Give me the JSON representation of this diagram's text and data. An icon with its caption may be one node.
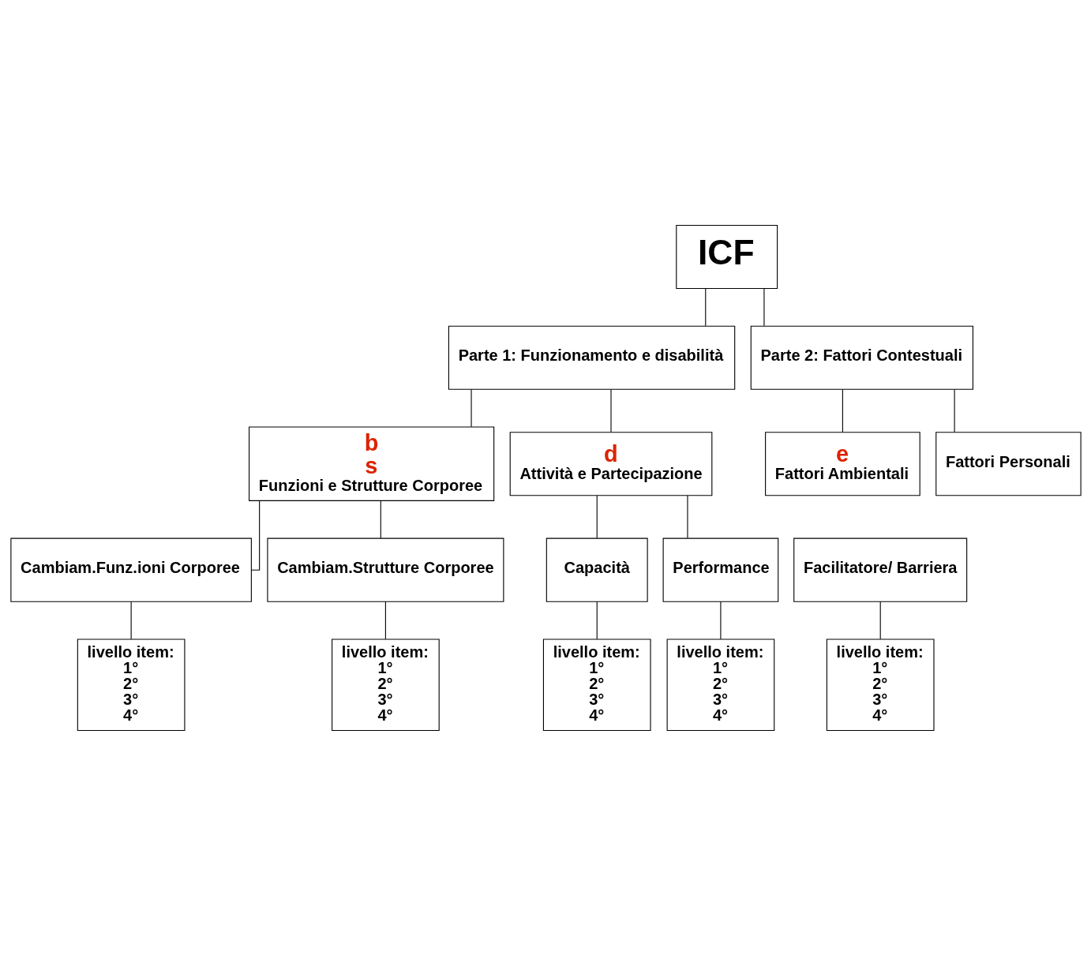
{
  "diagram": {
    "nodes": [
      {
        "text": [
          "ICF"
        ]
      },
      {
        "text": [
          "Parte 1: Funzionamento e disabilità"
        ]
      },
      {
        "text": [
          "Parte 2: Fattori Contestuali"
        ]
      },
      {
        "text": [
          "b",
          "s",
          "Funzioni e Strutture Corporee"
        ]
      },
      {
        "text": [
          "d",
          "Attività e Partecipazione"
        ]
      },
      {
        "text": [
          "e",
          "Fattori Ambientali"
        ]
      },
      {
        "text": [
          "Fattori Personali"
        ]
      },
      {
        "text": [
          "Cambiam.Funz.ioni Corporee"
        ]
      },
      {
        "text": [
          "Cambiam.Strutture Corporee"
        ]
      },
      {
        "text": [
          "Capacità"
        ]
      },
      {
        "text": [
          "Performance"
        ]
      },
      {
        "text": [
          "Facilitatore/ Barriera"
        ]
      },
      {
        "text": [
          "livello item:",
          "1°",
          "2°",
          "3°",
          "4°"
        ]
      },
      {
        "text": [
          "livello item:",
          "1°",
          "2°",
          "3°",
          "4°"
        ]
      },
      {
        "text": [
          "livello item:",
          "1°",
          "2°",
          "3°",
          "4°"
        ]
      },
      {
        "text": [
          "livello item:",
          "1°",
          "2°",
          "3°",
          "4°"
        ]
      },
      {
        "text": [
          "livello item:",
          "1°",
          "2°",
          "3°",
          "4°"
        ]
      }
    ],
    "edges": [
      {
        "from": 0,
        "to": 1,
        "arrow": "none"
      },
      {
        "from": 0,
        "to": 2,
        "arrow": "none"
      },
      {
        "from": 1,
        "to": 3,
        "arrow": "none"
      },
      {
        "from": 1,
        "to": 4,
        "arrow": "none"
      },
      {
        "from": 2,
        "to": 5,
        "arrow": "none"
      },
      {
        "from": 2,
        "to": 6,
        "arrow": "none"
      },
      {
        "from": 3,
        "to": 7,
        "arrow": "none"
      },
      {
        "from": 3,
        "to": 8,
        "arrow": "none"
      },
      {
        "from": 4,
        "to": 9,
        "arrow": "none"
      },
      {
        "from": 4,
        "to": 10,
        "arrow": "none"
      },
      {
        "from": 7,
        "to": 12,
        "arrow": "none"
      },
      {
        "from": 8,
        "to": 13,
        "arrow": "none"
      },
      {
        "from": 9,
        "to": 14,
        "arrow": "none"
      },
      {
        "from": 10,
        "to": 15,
        "arrow": "none"
      },
      {
        "from": 11,
        "to": 16,
        "arrow": "none"
      }
    ]
  }
}
